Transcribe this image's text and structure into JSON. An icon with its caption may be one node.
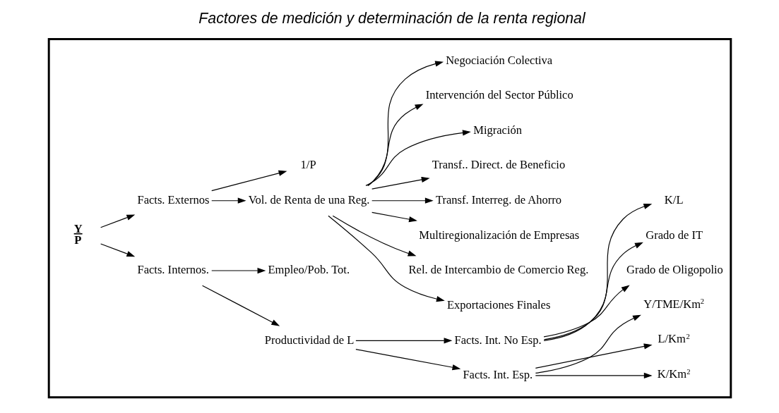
{
  "diagram": {
    "title": "Factores de medición y determinación de la renta regional",
    "nodes": [
      {
        "text": [],
        "shape": "box"
      },
      {
        "text": [
          "Y",
          "P"
        ],
        "in": 0
      },
      {
        "text": [
          "Facts. Internos."
        ],
        "in": 0
      },
      {
        "text": [
          "Facts. Externos"
        ],
        "in": 0
      },
      {
        "text": [
          "Productividad de L"
        ],
        "in": 0
      },
      {
        "text": [
          "Empleo/Pob. Tot."
        ],
        "in": 0
      },
      {
        "text": [
          "Facts. Int. Esp."
        ],
        "in": 0
      },
      {
        "text": [
          "Facts. Int. No Esp."
        ],
        "in": 0
      },
      {
        "text": [
          "K/Km$^{2}$"
        ],
        "in": 0
      },
      {
        "text": [
          "L/Km$^{2}$"
        ],
        "in": 0
      },
      {
        "text": [
          "Y/TME/Km$^{2}$"
        ],
        "in": 0
      },
      {
        "text": [
          "Grado de Oligopolio"
        ],
        "in": 0
      },
      {
        "text": [
          "Grado de IT"
        ],
        "in": 0
      },
      {
        "text": [
          "K/L"
        ],
        "in": 0
      },
      {
        "text": [
          "Vol. de Renta de una Reg."
        ],
        "in": 0
      },
      {
        "text": [
          "1/P"
        ],
        "in": 0
      },
      {
        "text": [
          "Exportaciones Finales"
        ],
        "in": 0
      },
      {
        "text": [
          "Rel. de Intercambio de Comercio Reg."
        ],
        "in": 0
      },
      {
        "text": [
          "Multiregionalización de Empresas"
        ],
        "in": 0
      },
      {
        "text": [
          "Transf. Interreg. de Ahorro"
        ],
        "in": 0
      },
      {
        "text": [
          "Transf.. Direct. de Beneficio"
        ],
        "in": 0
      },
      {
        "text": [
          "Migración"
        ],
        "in": 0
      },
      {
        "text": [
          "Intervención del Sector Público"
        ],
        "in": 0
      },
      {
        "text": [
          "Negociación Colectiva"
        ],
        "in": 0
      }
    ],
    "edges": [
      {
        "from": 1,
        "to": 2,
        "arrow": "to"
      },
      {
        "from": 1,
        "to": 3,
        "arrow": "to"
      },
      {
        "from": 2,
        "to": 4,
        "arrow": "to"
      },
      {
        "from": 2,
        "to": 5,
        "arrow": "to"
      },
      {
        "from": 4,
        "to": 6,
        "arrow": "to"
      },
      {
        "from": 4,
        "to": 7,
        "arrow": "to"
      },
      {
        "from": 6,
        "to": 8,
        "arrow": "to"
      },
      {
        "from": 6,
        "to": 9,
        "arrow": "to"
      },
      {
        "from": 6,
        "to": 10,
        "arrow": "to"
      },
      {
        "from": 7,
        "to": 11,
        "arrow": "to"
      },
      {
        "from": 7,
        "to": 12,
        "arrow": "to"
      },
      {
        "from": 7,
        "to": 13,
        "arrow": "to"
      },
      {
        "from": 3,
        "to": 14,
        "arrow": "to"
      },
      {
        "from": 3,
        "to": 15,
        "arrow": "to"
      },
      {
        "from": 14,
        "to": 16,
        "arrow": "to"
      },
      {
        "from": 14,
        "to": 17,
        "arrow": "to"
      },
      {
        "from": 14,
        "to": 18,
        "arrow": "to"
      },
      {
        "from": 14,
        "to": 19,
        "arrow": "to"
      },
      {
        "from": 14,
        "to": 20,
        "arrow": "to"
      },
      {
        "from": 14,
        "to": 21,
        "arrow": "to"
      },
      {
        "from": 14,
        "to": 22,
        "arrow": "to"
      },
      {
        "from": 14,
        "to": 23,
        "arrow": "to"
      }
    ]
  }
}
